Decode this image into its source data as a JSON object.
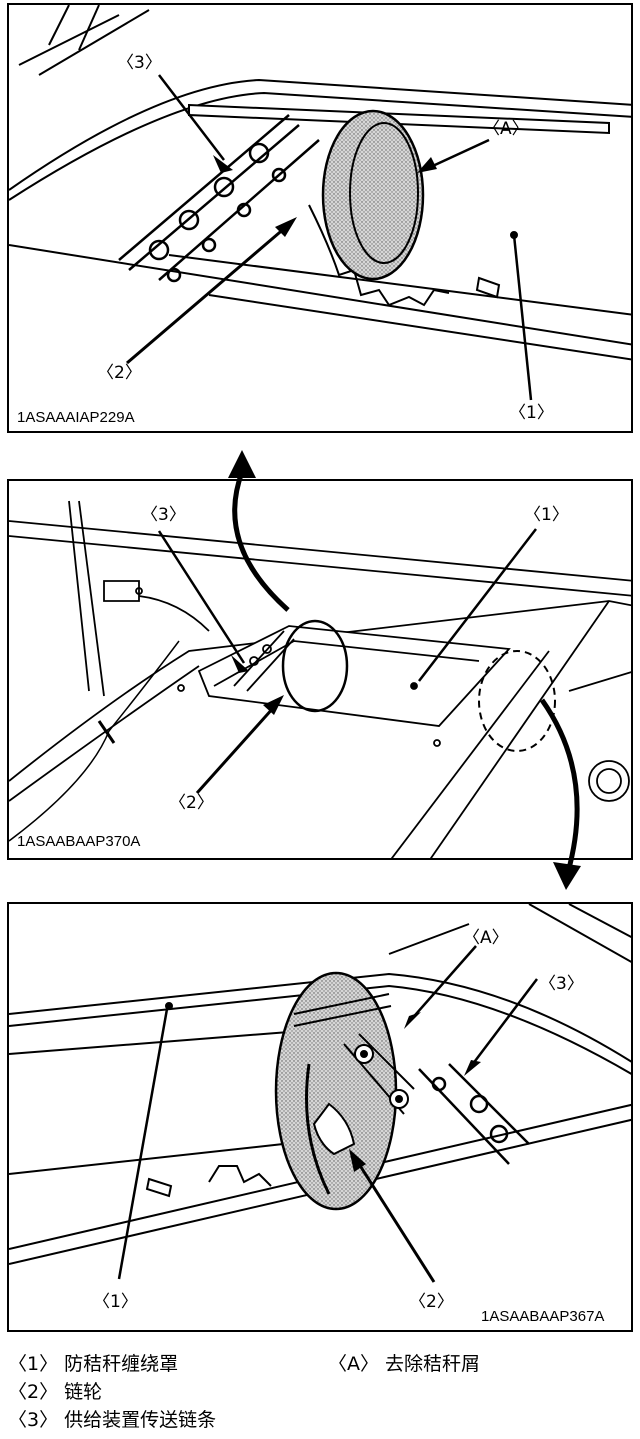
{
  "figure1": {
    "code": "1ASAAAIAP229A",
    "callouts": {
      "c1": "〈1〉",
      "c2": "〈2〉",
      "c3": "〈3〉",
      "cA": "〈A〉"
    }
  },
  "figure2": {
    "code": "1ASAABAAP370A",
    "callouts": {
      "c1": "〈1〉",
      "c2": "〈2〉",
      "c3": "〈3〉"
    }
  },
  "figure3": {
    "code": "1ASAABAAP367A",
    "callouts": {
      "c1": "〈1〉",
      "c2": "〈2〉",
      "c3": "〈3〉",
      "cA": "〈A〉"
    }
  },
  "legend": {
    "item1": "〈1〉 防秸秆缠绕罩",
    "item2": "〈2〉 链轮",
    "item3": "〈3〉 供给装置传送链条",
    "itemA": "〈A〉 去除秸秆屑"
  }
}
